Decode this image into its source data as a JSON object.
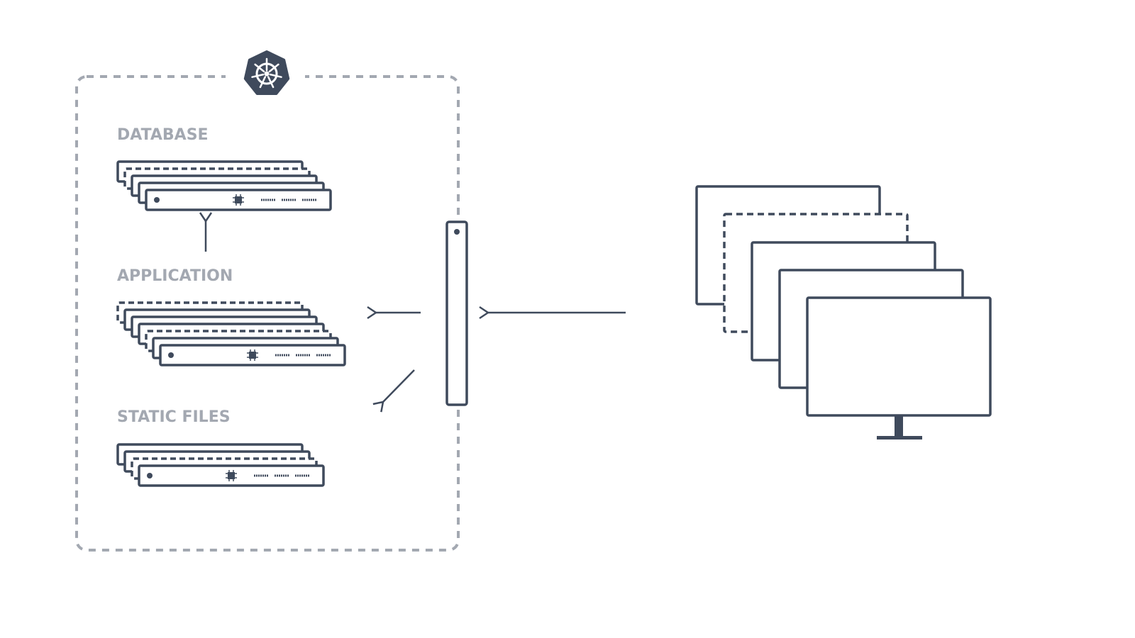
{
  "colors": {
    "stroke": "#3f4a5c",
    "cluster_border": "#a3a8b1",
    "label": "#a3a8b1",
    "background": "#ffffff"
  },
  "cluster": {
    "logo_icon": "kubernetes-helm-icon",
    "sections": [
      {
        "label": "DATABASE",
        "servers": 5,
        "dashed_server_index": 1
      },
      {
        "label": "APPLICATION",
        "servers": 7,
        "dashed_server_indices": [
          0,
          4
        ]
      },
      {
        "label": "STATIC FILES",
        "servers": 4,
        "dashed_server_index": 2
      }
    ]
  },
  "clients": {
    "icon": "desktop-monitor-icon",
    "count": 5,
    "dashed_index": 1
  },
  "load_balancer": {
    "icon": "load-balancer-icon"
  }
}
